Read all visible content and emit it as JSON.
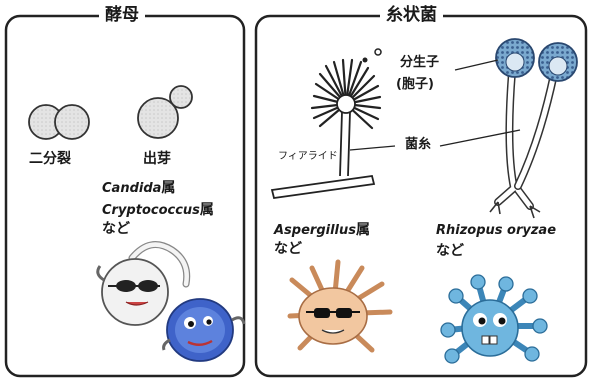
{
  "panels": {
    "yeast": {
      "title": "酵母",
      "binary_fission": "二分裂",
      "budding": "出芽",
      "genus1_name": "Candida",
      "genus1_suffix": "属",
      "genus2_name": "Cryptococcus",
      "genus2_suffix": "属",
      "etc": "など"
    },
    "mold": {
      "title": "糸状菌",
      "spore_line1": "分生子",
      "spore_line2": "(胞子)",
      "phialide": "フィアライド",
      "hypha": "菌糸",
      "genus1_name": "Aspergillus",
      "genus1_suffix": "属",
      "etc1": "など",
      "genus2_name": "Rhizopus oryzae",
      "etc2": "など"
    }
  },
  "colors": {
    "yeast_cell": "#e6e6e6",
    "mascot_blue": "#3f63c9",
    "mascot_peach": "#f2c7a0",
    "mascot_cyan": "#6fb6df",
    "sporangium": "#7aa9cf"
  }
}
